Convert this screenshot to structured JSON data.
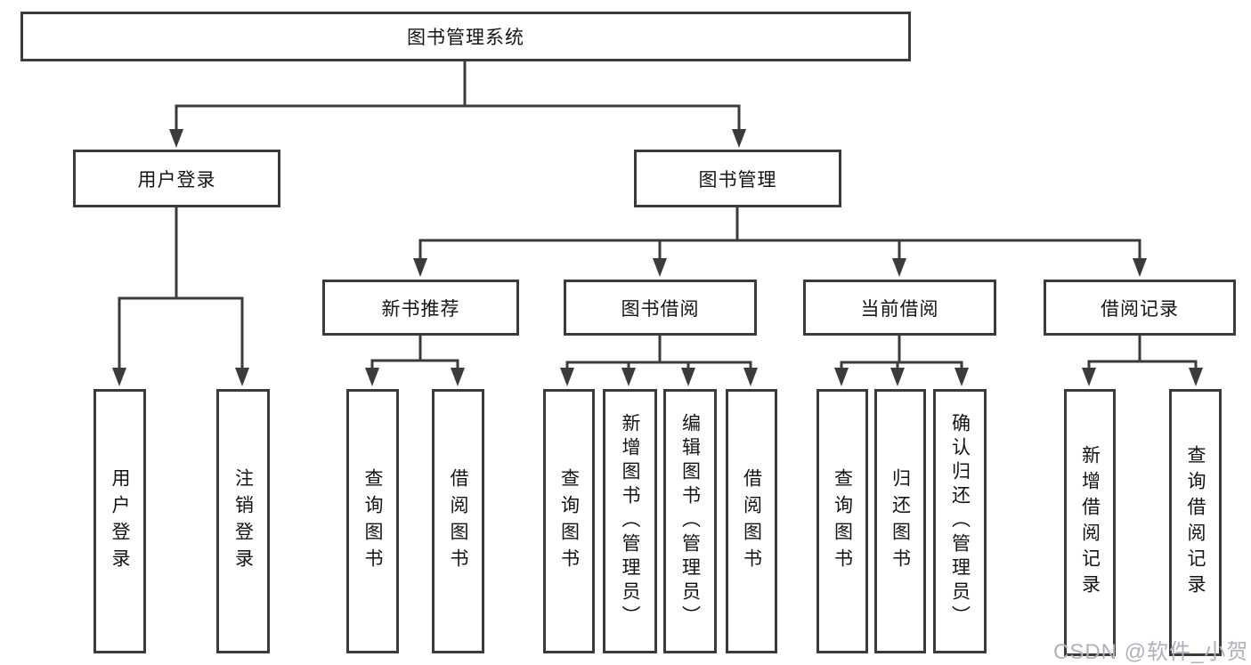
{
  "diagram": {
    "title": "图书管理系统",
    "watermark": "CSDN @软件_小贺同学",
    "colors": {
      "line": "#3b3b3b",
      "box_border": "#3b3b3b",
      "box_background": "#ffffff",
      "text": "#141414",
      "watermark": "#b1b1bb"
    },
    "nodes": {
      "root": "图书管理系统",
      "user_login": "用户登录",
      "book_mgmt": "图书管理",
      "new_book_rec": "新书推荐",
      "book_borrow": "图书借阅",
      "current_borrow": "当前借阅",
      "borrow_record": "借阅记录",
      "ul_login": "用户登录",
      "ul_logout": "注销登录",
      "nb_query": "查询图书",
      "nb_borrow": "借阅图书",
      "bb_query": "查询图书",
      "bb_add": "新增图书（管理员）",
      "bb_edit": "编辑图书（管理员）",
      "bb_borrow": "借阅图书",
      "cb_query": "查询图书",
      "cb_return": "归还图书",
      "cb_confirm": "确认归还（管理员）",
      "br_add": "新增借阅记录",
      "br_query": "查询借阅记录"
    },
    "hierarchy": {
      "label": "图书管理系统",
      "children": [
        {
          "label": "用户登录",
          "children": [
            {
              "label": "用户登录"
            },
            {
              "label": "注销登录"
            }
          ]
        },
        {
          "label": "图书管理",
          "children": [
            {
              "label": "新书推荐",
              "children": [
                {
                  "label": "查询图书"
                },
                {
                  "label": "借阅图书"
                }
              ]
            },
            {
              "label": "图书借阅",
              "children": [
                {
                  "label": "查询图书"
                },
                {
                  "label": "新增图书（管理员）"
                },
                {
                  "label": "编辑图书（管理员）"
                },
                {
                  "label": "借阅图书"
                }
              ]
            },
            {
              "label": "当前借阅",
              "children": [
                {
                  "label": "查询图书"
                },
                {
                  "label": "归还图书"
                },
                {
                  "label": "确认归还（管理员）"
                }
              ]
            },
            {
              "label": "借阅记录",
              "children": [
                {
                  "label": "新增借阅记录"
                },
                {
                  "label": "查询借阅记录"
                }
              ]
            }
          ]
        }
      ]
    }
  }
}
